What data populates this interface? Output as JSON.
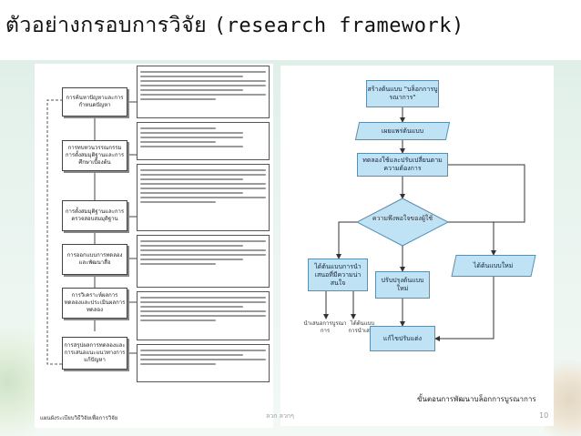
{
  "slide": {
    "title_th": "ตัวอย่างกรอบการวิจัย",
    "title_en": "(research framework)",
    "footer_text": "ลวก ลวกๆ",
    "page_number": "10"
  },
  "left_figure": {
    "steps": [
      "การค้นหาปัญหาและการกำหนดปัญหา",
      "การทบทวนวรรณกรรมการตั้งสมมุติฐานและการศึกษาเบื้องต้น",
      "การตั้งสมมุติฐานและการตรวจสอบสมมุติฐาน",
      "การออกแบบการทดลองและพัฒนาสื่อ",
      "การวิเคราะห์ผลการทดลองและประเมินผลการทดลอง",
      "การสรุปผลการทดลองและการเสนอแนะแนวทางการแก้ปัญหา"
    ],
    "caption": "แผนผังระเบียบวิธีวิจัยเพื่อการวิจัย"
  },
  "right_figure": {
    "nodes": {
      "start": "สร้างต้นแบบ \"บล็อกการบูรณาการ\"",
      "step2": "เผยแพร่ต้นแบบ",
      "step3": "ทดลองใช้และปรับเปลี่ยนตามความต้องการ",
      "decision": "ความพึงพอใจของผู้ใช้",
      "left_branch": "ได้ต้นแบบการนำเสนอที่มีความน่าสนใจ",
      "mid_branch": "ปรับปรุงต้นแบบใหม่",
      "right_branch": "ได้ต้นแบบใหม่",
      "out1": "นำเสนอการบูรณาการ",
      "out2": "ได้ต้นแบบการนำเสนอ",
      "final": "แก้ไขปรับแต่ง"
    },
    "caption": "ขั้นตอนการพัฒนาบล็อกการบูรณาการ"
  },
  "colors": {
    "flow_fill": "#bfe3f5",
    "flow_stroke": "#5a8fb0",
    "background": "#e3f1ea"
  }
}
